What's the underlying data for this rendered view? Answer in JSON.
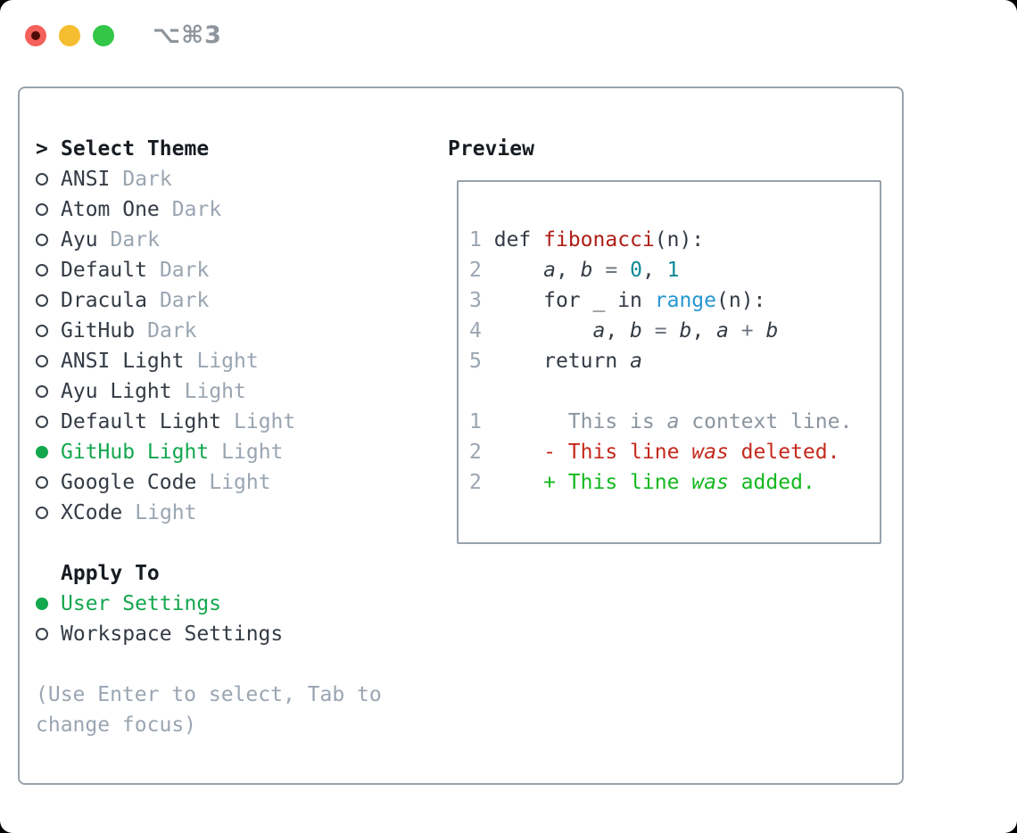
{
  "window": {
    "title": "⌥⌘3",
    "traffic_lights": [
      "close",
      "minimize",
      "zoom"
    ]
  },
  "theme_selector": {
    "prompt": ">",
    "header": "Select Theme",
    "items": [
      {
        "name": "ANSI",
        "variant": "Dark",
        "selected": false
      },
      {
        "name": "Atom One",
        "variant": "Dark",
        "selected": false
      },
      {
        "name": "Ayu",
        "variant": "Dark",
        "selected": false
      },
      {
        "name": "Default",
        "variant": "Dark",
        "selected": false
      },
      {
        "name": "Dracula",
        "variant": "Dark",
        "selected": false
      },
      {
        "name": "GitHub",
        "variant": "Dark",
        "selected": false
      },
      {
        "name": "ANSI Light",
        "variant": "Light",
        "selected": false
      },
      {
        "name": "Ayu Light",
        "variant": "Light",
        "selected": false
      },
      {
        "name": "Default Light",
        "variant": "Light",
        "selected": false
      },
      {
        "name": "GitHub Light",
        "variant": "Light",
        "selected": true
      },
      {
        "name": "Google Code",
        "variant": "Light",
        "selected": false
      },
      {
        "name": "XCode",
        "variant": "Light",
        "selected": false
      }
    ]
  },
  "apply_to": {
    "header": "Apply To",
    "options": [
      {
        "label": "User Settings",
        "selected": true
      },
      {
        "label": "Workspace Settings",
        "selected": false
      }
    ]
  },
  "hint": {
    "lines": [
      "(Use Enter to select, Tab to",
      "change focus)"
    ]
  },
  "preview": {
    "header": "Preview",
    "lines": [
      [
        {
          "t": "1",
          "s": "num"
        },
        {
          "t": " ",
          "s": "plain"
        },
        {
          "t": "def",
          "s": "kw"
        },
        {
          "t": " ",
          "s": "plain"
        },
        {
          "t": "fibonacci",
          "s": "fn"
        },
        {
          "t": "(n):",
          "s": "plain"
        }
      ],
      [
        {
          "t": "2",
          "s": "num"
        },
        {
          "t": "     ",
          "s": "plain"
        },
        {
          "t": "a",
          "s": "var"
        },
        {
          "t": ", ",
          "s": "plain"
        },
        {
          "t": "b",
          "s": "var"
        },
        {
          "t": " ",
          "s": "plain"
        },
        {
          "t": "=",
          "s": "op"
        },
        {
          "t": " ",
          "s": "plain"
        },
        {
          "t": "0",
          "s": "lit"
        },
        {
          "t": ", ",
          "s": "plain"
        },
        {
          "t": "1",
          "s": "lit"
        }
      ],
      [
        {
          "t": "3",
          "s": "num"
        },
        {
          "t": "     ",
          "s": "plain"
        },
        {
          "t": "for",
          "s": "kw"
        },
        {
          "t": " _ ",
          "s": "plain"
        },
        {
          "t": "in",
          "s": "kw"
        },
        {
          "t": " ",
          "s": "plain"
        },
        {
          "t": "range",
          "s": "bi"
        },
        {
          "t": "(n):",
          "s": "plain"
        }
      ],
      [
        {
          "t": "4",
          "s": "num"
        },
        {
          "t": "         ",
          "s": "plain"
        },
        {
          "t": "a",
          "s": "var"
        },
        {
          "t": ", ",
          "s": "plain"
        },
        {
          "t": "b",
          "s": "var"
        },
        {
          "t": " ",
          "s": "plain"
        },
        {
          "t": "=",
          "s": "op"
        },
        {
          "t": " ",
          "s": "plain"
        },
        {
          "t": "b",
          "s": "var"
        },
        {
          "t": ", ",
          "s": "plain"
        },
        {
          "t": "a",
          "s": "var"
        },
        {
          "t": " ",
          "s": "plain"
        },
        {
          "t": "+",
          "s": "op"
        },
        {
          "t": " ",
          "s": "plain"
        },
        {
          "t": "b",
          "s": "var"
        }
      ],
      [
        {
          "t": "5",
          "s": "num"
        },
        {
          "t": "     ",
          "s": "plain"
        },
        {
          "t": "return",
          "s": "kw"
        },
        {
          "t": " ",
          "s": "plain"
        },
        {
          "t": "a",
          "s": "var"
        }
      ],
      [],
      [
        {
          "t": "1",
          "s": "num"
        },
        {
          "t": "       ",
          "s": "plain"
        },
        {
          "t": "This is ",
          "s": "ctx"
        },
        {
          "t": "a",
          "s": "ctxi"
        },
        {
          "t": " context line.",
          "s": "ctx"
        }
      ],
      [
        {
          "t": "2",
          "s": "num"
        },
        {
          "t": "     ",
          "s": "plain"
        },
        {
          "t": "- This line ",
          "s": "del"
        },
        {
          "t": "was",
          "s": "deli"
        },
        {
          "t": " deleted.",
          "s": "del"
        }
      ],
      [
        {
          "t": "2",
          "s": "num"
        },
        {
          "t": "     ",
          "s": "plain"
        },
        {
          "t": "+ This line ",
          "s": "add"
        },
        {
          "t": "was",
          "s": "addi"
        },
        {
          "t": " added.",
          "s": "add"
        }
      ]
    ]
  },
  "colors": {
    "accent_green": "#13a74e",
    "added_green": "#12b81e",
    "deleted_red": "#c4291b",
    "function_red": "#ae1e15",
    "number_teal": "#0e8896",
    "builtin_blue": "#2596d1",
    "text_dark": "#343b45",
    "text_heading": "#171c22",
    "text_gray": "#9aa5b2",
    "context_gray": "#8b959f",
    "operator_gray": "#6e7781",
    "border_gray": "#99a2ac",
    "title_gray": "#8e959c",
    "circle_stroke": "#39414b",
    "light_red": "#f4605a",
    "light_yellow": "#f5bd30",
    "light_green": "#33c748"
  }
}
